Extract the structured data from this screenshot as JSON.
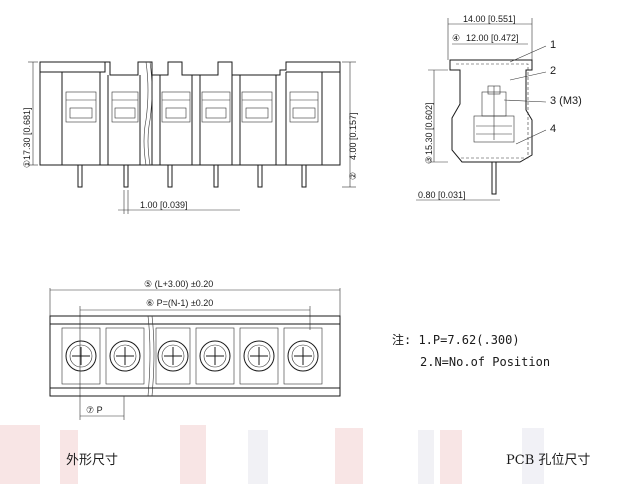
{
  "side_view": {
    "height_label": "17.30 [0.681]",
    "height_num": "①",
    "pin_label": "4.00 [0.157]",
    "pin_label_b": "[0.157]",
    "pin_num": "②",
    "pitch_small_label": "1.00 [0.039]"
  },
  "cross_section": {
    "top_width": "14.00 [0.551]",
    "inner_width": "12.00 [0.472]",
    "inner_num": "④",
    "height": "15.30 [0.602]",
    "height_num": "③",
    "pin_width": "0.80 [0.031]",
    "callouts": [
      "1",
      "2",
      "3 (M3)",
      "4"
    ]
  },
  "top_view": {
    "overall_dim": "⑤ (L+3.00) ±0.20",
    "pitch_dim": "⑥ P=(N-1) ±0.20",
    "pitch_label": "⑦ P"
  },
  "notes": {
    "line1": "注: 1.P=7.62(.300)",
    "line2": "2.N=No.of Position"
  },
  "footer": {
    "left": "外形尺寸",
    "right": "PCB 孔位尺寸"
  },
  "colors": {
    "watermark": "#f3d7d7",
    "line": "#1a1a1a"
  }
}
